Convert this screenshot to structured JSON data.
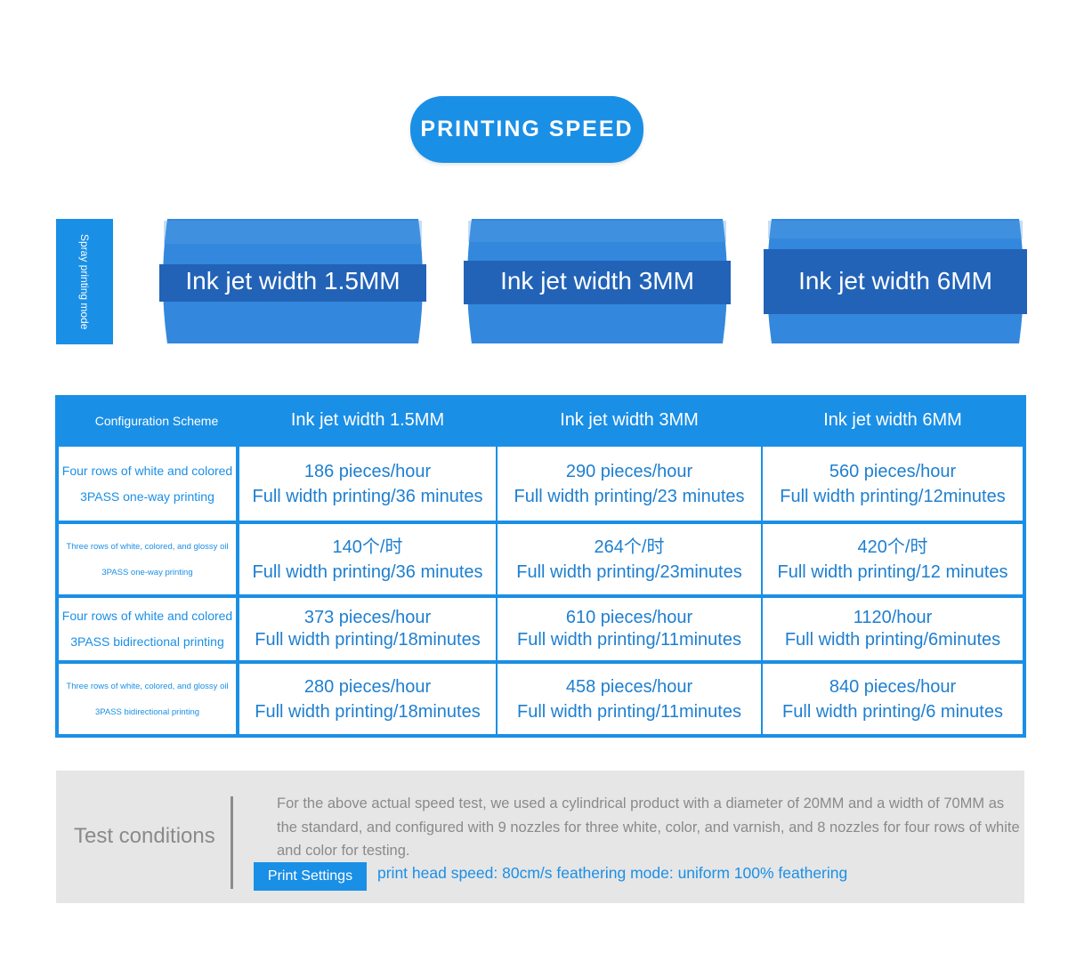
{
  "page_title": "PRINTING SPEED",
  "spray_mode_label": "Spray printing mode",
  "cylinders": [
    {
      "label": "Ink jet width 1.5MM"
    },
    {
      "label": "Ink jet width 3MM"
    },
    {
      "label": "Ink jet width 6MM"
    }
  ],
  "table": {
    "header": {
      "config": "Configuration Scheme",
      "cols": [
        "Ink jet width 1.5MM",
        "Ink jet width 3MM",
        "Ink jet width 6MM"
      ]
    },
    "rows": [
      {
        "label": [
          "Four rows of white and colored",
          "3PASS one-way printing"
        ],
        "cells": [
          [
            "186 pieces/hour",
            "Full width printing/36 minutes"
          ],
          [
            "290 pieces/hour",
            "Full width printing/23 minutes"
          ],
          [
            "560 pieces/hour",
            "Full width printing/12minutes"
          ]
        ]
      },
      {
        "label": [
          "Three rows of white, colored, and glossy oil",
          "3PASS one-way printing"
        ],
        "cells": [
          [
            "140个/时",
            "Full width printing/36 minutes"
          ],
          [
            "264个/时",
            "Full width printing/23minutes"
          ],
          [
            "420个/时",
            "Full width printing/12 minutes"
          ]
        ]
      },
      {
        "label": [
          "Four rows of white and colored",
          "3PASS bidirectional printing"
        ],
        "cells": [
          [
            "373 pieces/hour",
            "Full width printing/18minutes"
          ],
          [
            "610 pieces/hour",
            "Full width printing/11minutes"
          ],
          [
            "1120/hour",
            "Full width printing/6minutes"
          ]
        ]
      },
      {
        "label": [
          "Three rows of white, colored, and glossy oil",
          "3PASS bidirectional printing"
        ],
        "cells": [
          [
            "280 pieces/hour",
            "Full width printing/18minutes"
          ],
          [
            "458 pieces/hour",
            "Full width printing/11minutes"
          ],
          [
            "840 pieces/hour",
            "Full width printing/6 minutes"
          ]
        ]
      }
    ]
  },
  "test_conditions": {
    "title": "Test conditions",
    "description": "For the above actual speed test, we used a cylindrical product with a diameter of 20MM and a width of 70MM as the standard, and configured with 9 nozzles for three white, color, and varnish, and 8 nozzles for four rows of white and color for testing.",
    "print_settings_label": "Print Settings",
    "print_settings_value": "print head speed: 80cm/s feathering mode: uniform 100% feathering"
  },
  "colors": {
    "accent_blue": "#1a8fe6",
    "cylinder_light": "#3388dd",
    "cylinder_band": "#2263b8",
    "panel_gray": "#e6e6e6",
    "muted_text": "#8a8a8a"
  }
}
